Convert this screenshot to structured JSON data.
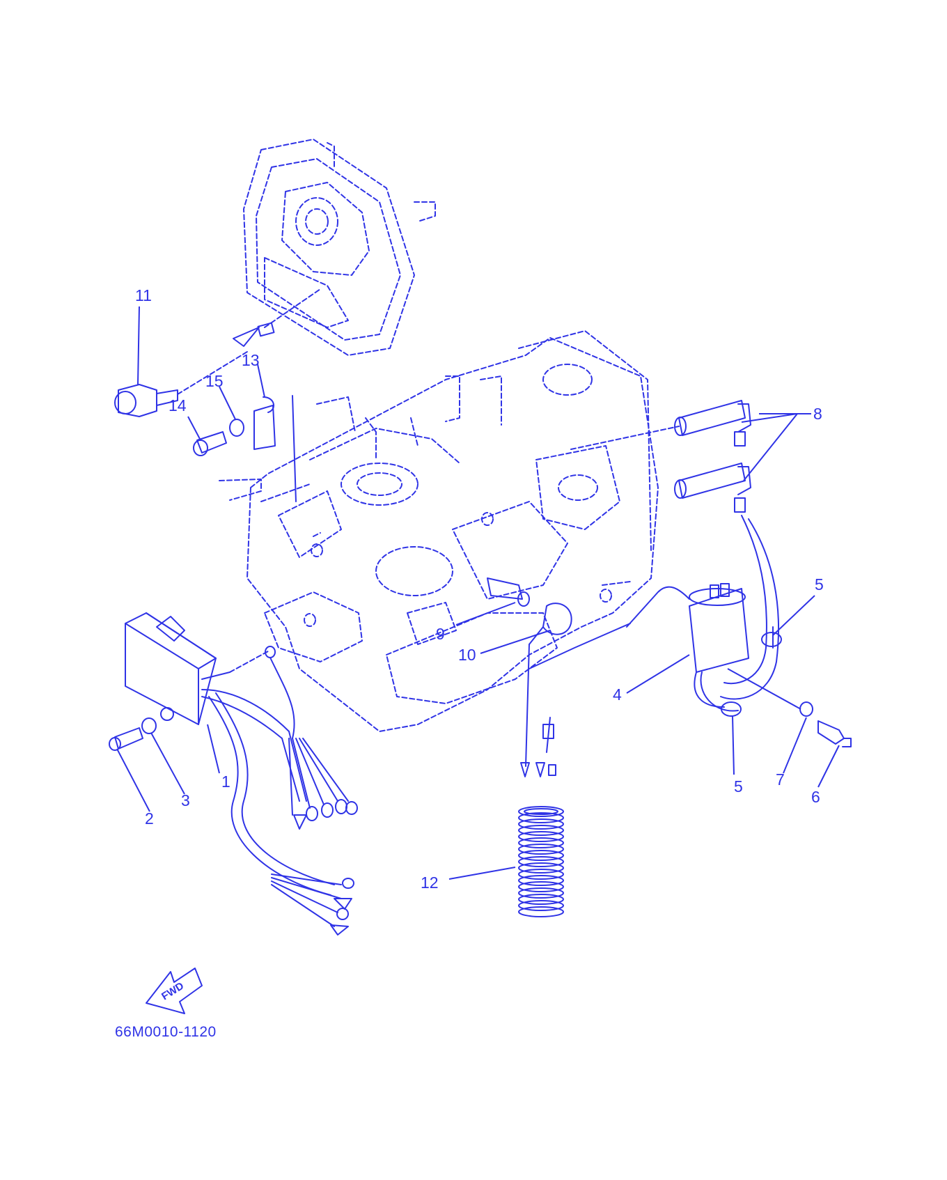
{
  "diagram": {
    "callouts": [
      "1",
      "2",
      "3",
      "4",
      "5",
      "5",
      "6",
      "7",
      "8",
      "9",
      "10",
      "11",
      "12",
      "13",
      "14",
      "15"
    ],
    "fwd_label": "FWD",
    "drawing_code": "66M0010-1120",
    "ink_color": "#2f33e6"
  }
}
